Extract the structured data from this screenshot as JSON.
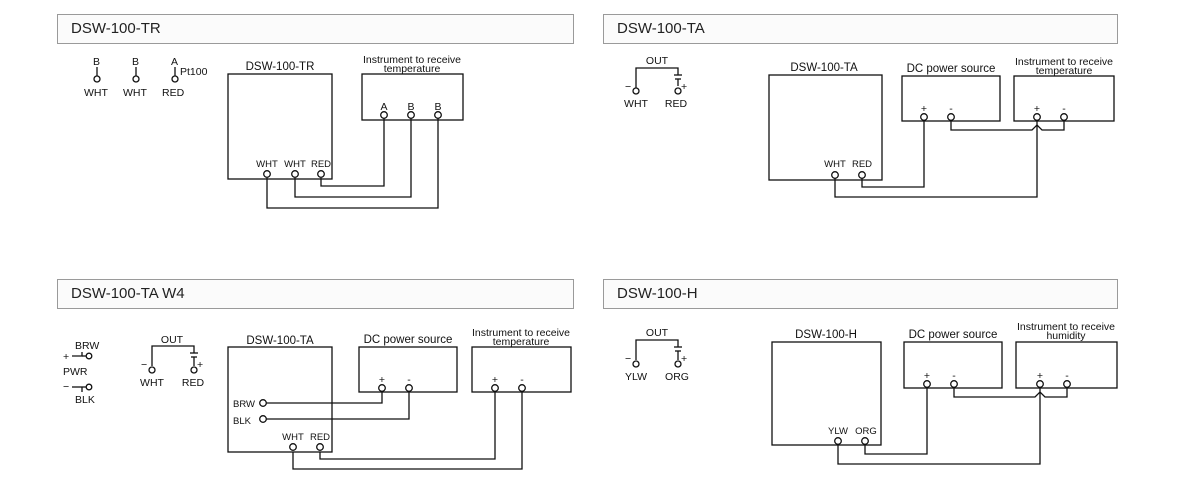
{
  "panels": [
    {
      "title": "DSW-100-TR",
      "legend": {
        "wire_labels": [
          "B",
          "B",
          "A"
        ],
        "color_labels": [
          "WHT",
          "WHT",
          "RED"
        ],
        "sensor": "Pt100"
      },
      "device": {
        "name": "DSW-100-TR",
        "terminals": [
          "WHT",
          "WHT",
          "RED"
        ]
      },
      "instrument": {
        "line1": "Instrument to receive",
        "line2": "temperature",
        "terminals": [
          "A",
          "B",
          "B"
        ]
      }
    },
    {
      "title": "DSW-100-TA",
      "legend": {
        "out": "OUT",
        "minus": "−",
        "plus": "+",
        "labels": [
          "WHT",
          "RED"
        ]
      },
      "device": {
        "name": "DSW-100-TA",
        "terminals": [
          "WHT",
          "RED"
        ]
      },
      "power": {
        "name": "DC power source",
        "plus": "+",
        "minus": "-"
      },
      "instrument": {
        "line1": "Instrument to receive",
        "line2": "temperature",
        "plus": "+",
        "minus": "-"
      }
    },
    {
      "title": "DSW-100-TA W4",
      "pwr_legend": {
        "brw": "BRW",
        "pwr": "PWR",
        "blk": "BLK",
        "plus": "+",
        "minus": "−"
      },
      "legend": {
        "out": "OUT",
        "minus": "−",
        "plus": "+",
        "labels": [
          "WHT",
          "RED"
        ]
      },
      "device": {
        "name": "DSW-100-TA",
        "side_terminals": [
          "BRW",
          "BLK"
        ],
        "terminals": [
          "WHT",
          "RED"
        ]
      },
      "power": {
        "name": "DC power source",
        "plus": "+",
        "minus": "-"
      },
      "instrument": {
        "line1": "Instrument to receive",
        "line2": "temperature",
        "plus": "+",
        "minus": "-"
      }
    },
    {
      "title": "DSW-100-H",
      "legend": {
        "out": "OUT",
        "minus": "−",
        "plus": "+",
        "labels": [
          "YLW",
          "ORG"
        ]
      },
      "device": {
        "name": "DSW-100-H",
        "terminals": [
          "YLW",
          "ORG"
        ]
      },
      "power": {
        "name": "DC power source",
        "plus": "+",
        "minus": "-"
      },
      "instrument": {
        "line1": "Instrument to receive",
        "line2": "humidity",
        "plus": "+",
        "minus": "-"
      }
    }
  ]
}
